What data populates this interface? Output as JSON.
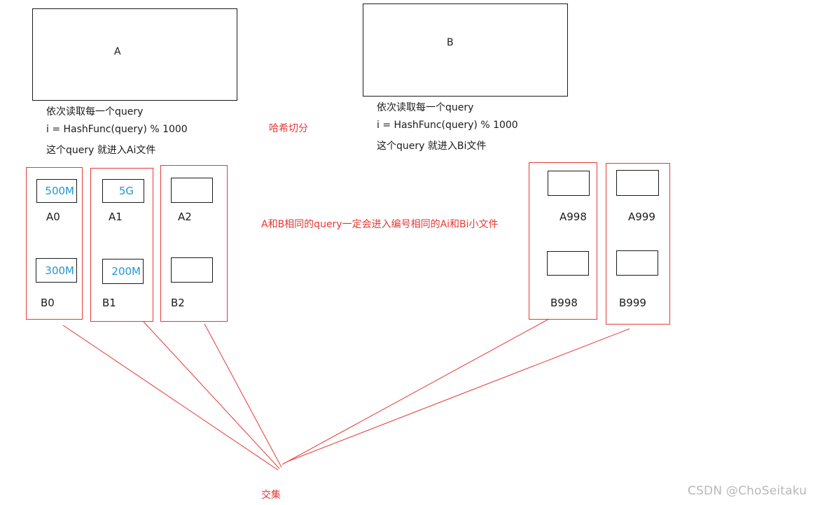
{
  "box_a": {
    "label": "A"
  },
  "box_b": {
    "label": "B"
  },
  "notes_a": {
    "line1": "依次读取每一个query",
    "line2": "i = HashFunc(query) % 1000",
    "line3": "这个query 就进入Ai文件"
  },
  "notes_b": {
    "line1": "依次读取每一个query",
    "line2": "i = HashFunc(query) % 1000",
    "line3": "这个query 就进入Bi文件"
  },
  "hash_split_label": "哈希切分",
  "same_query_note": "A和B相同的query一定会进入编号相同的Ai和Bi小文件",
  "intersection_label": "交集",
  "groups": [
    {
      "a_label": "A0",
      "b_label": "B0",
      "a_size": "500M",
      "b_size": "300M"
    },
    {
      "a_label": "A1",
      "b_label": "B1",
      "a_size": "5G",
      "b_size": "200M"
    },
    {
      "a_label": "A2",
      "b_label": "B2",
      "a_size": "",
      "b_size": ""
    },
    {
      "a_label": "A998",
      "b_label": "B998",
      "a_size": "",
      "b_size": ""
    },
    {
      "a_label": "A999",
      "b_label": "B999",
      "a_size": "",
      "b_size": ""
    }
  ],
  "watermark": "CSDN @ChoSeitaku",
  "colors": {
    "annotation_red": "#e53935",
    "size_blue": "#2196d3",
    "outline": "#1a1a1a"
  }
}
